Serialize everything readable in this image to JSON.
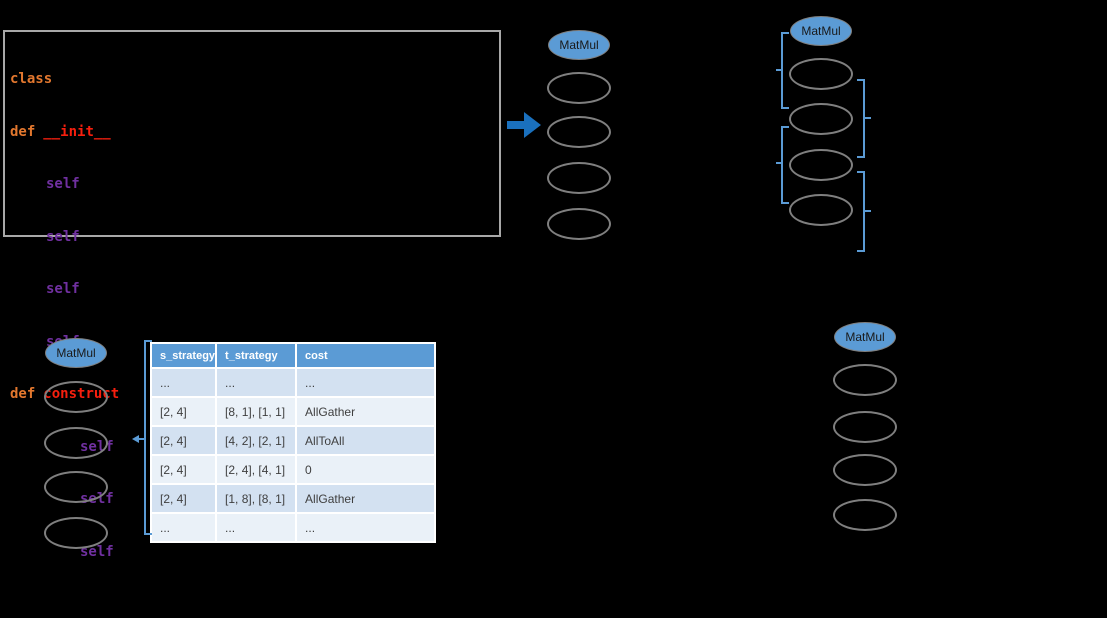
{
  "colors": {
    "background": "#000000",
    "accent_blue": "#5b9bd5",
    "arrow_blue": "#1a70bd",
    "node_stroke": "#7f7f7f",
    "code_keyword": "#e2772e",
    "code_name": "#f71f0e",
    "code_self": "#7030a0",
    "table_row_dark": "#d3e1f1",
    "table_row_light": "#eaf1f8"
  },
  "code": {
    "lines": [
      {
        "t1": "class"
      },
      {
        "t1": "def",
        "t2": "__init__"
      },
      {
        "t1": "self"
      },
      {
        "t1": "self"
      },
      {
        "t1": "self"
      },
      {
        "t1": "self"
      },
      {
        "t1": "def",
        "t2": "construct"
      },
      {
        "t1": "self"
      },
      {
        "t1": "self"
      },
      {
        "t1": "self"
      }
    ]
  },
  "graphs": {
    "top_middle": {
      "label": "MatMul"
    },
    "top_right": {
      "label": "MatMul"
    },
    "bottom_left": {
      "label": "MatMul"
    },
    "bottom_right": {
      "label": "MatMul"
    }
  },
  "table": {
    "headers": [
      "s_strategy",
      "t_strategy",
      "cost"
    ],
    "rows": [
      [
        "...",
        "...",
        "..."
      ],
      [
        "[2, 4]",
        "[8, 1], [1, 1]",
        "AllGather"
      ],
      [
        "[2, 4]",
        "[4, 2], [2, 1]",
        "AllToAll"
      ],
      [
        "[2, 4]",
        "[2, 4], [4, 1]",
        "0"
      ],
      [
        "[2, 4]",
        "[1, 8], [8, 1]",
        "AllGather"
      ],
      [
        "...",
        "...",
        "..."
      ]
    ]
  }
}
